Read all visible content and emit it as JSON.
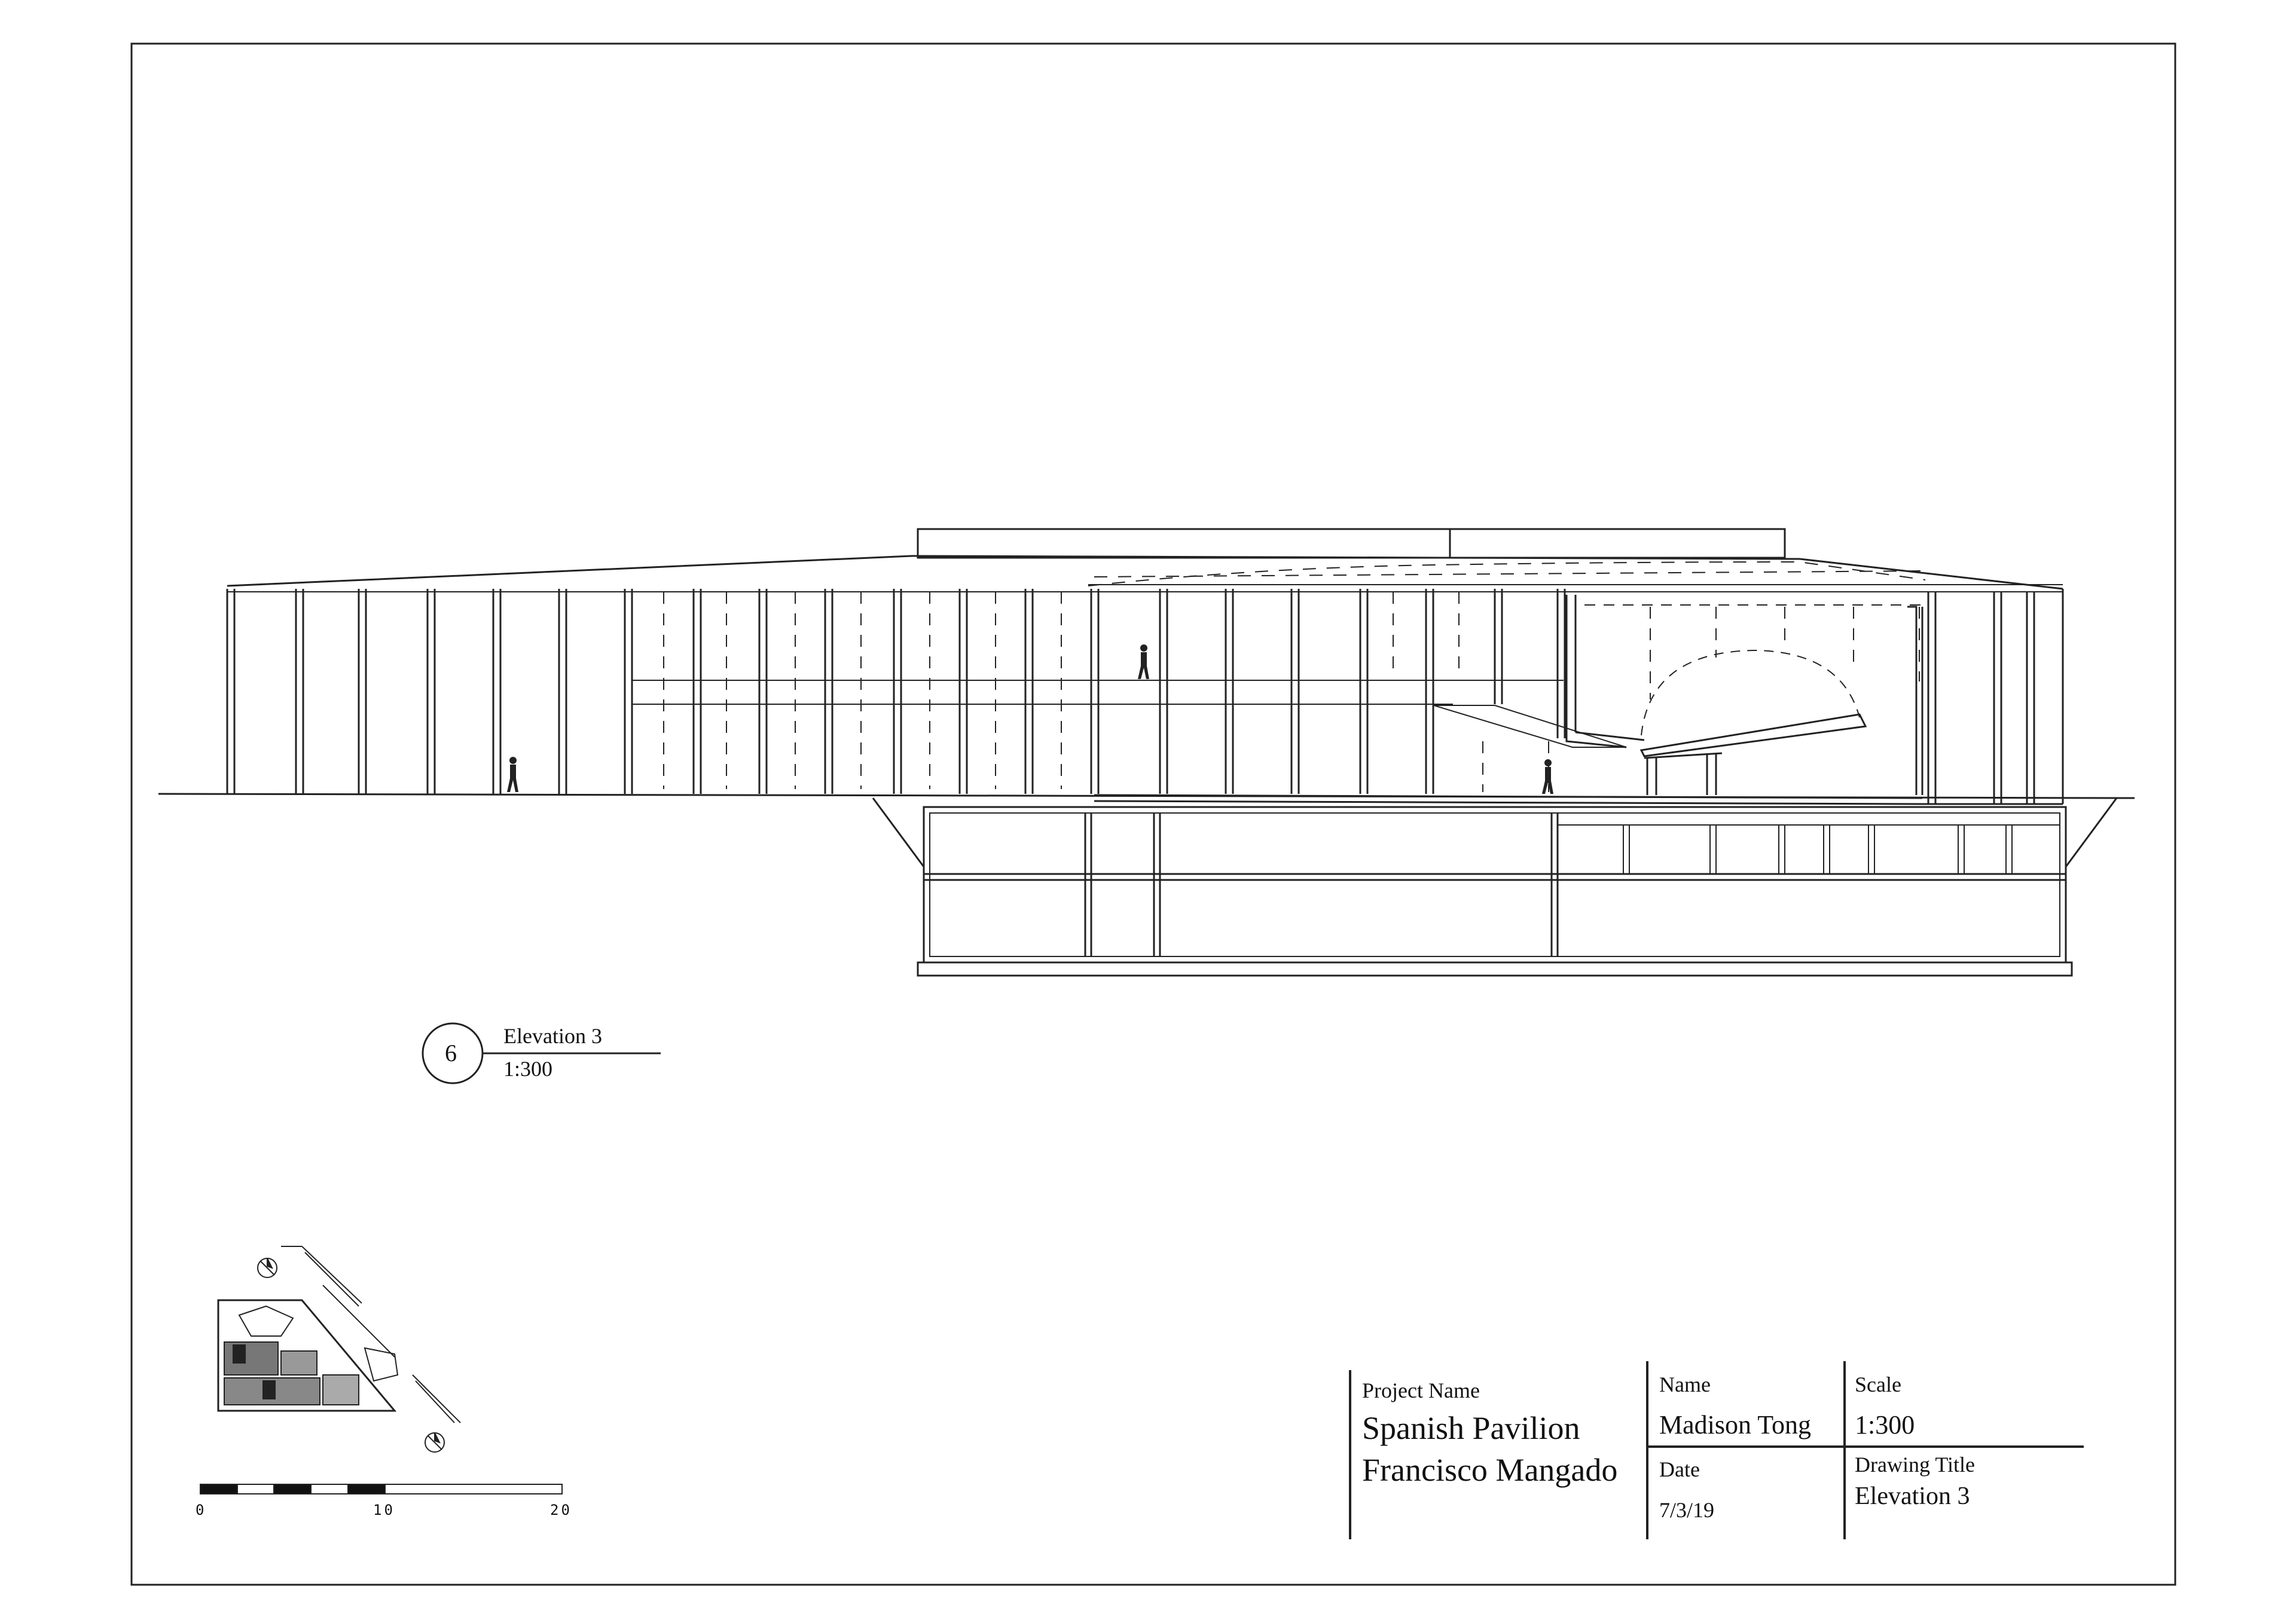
{
  "callout": {
    "number": "6",
    "title": "Elevation 3",
    "scale": "1:300"
  },
  "scale_bar": {
    "labels": [
      "0",
      "10",
      "20"
    ]
  },
  "title_block": {
    "project_label": "Project Name",
    "project_line1": "Spanish Pavilion",
    "project_line2": "Francisco Mangado",
    "name_label": "Name",
    "name_value": "Madison Tong",
    "date_label": "Date",
    "date_value": "7/3/19",
    "scale_label": "Scale",
    "scale_value": "1:300",
    "drawing_title_label": "Drawing Title",
    "drawing_title_value": "Elevation 3"
  }
}
